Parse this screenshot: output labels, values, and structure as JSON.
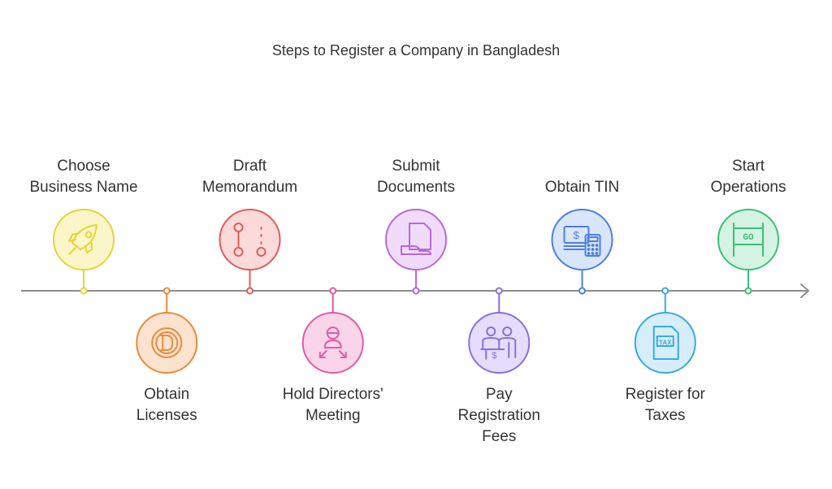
{
  "title": "Steps to Register a Company in Bangladesh",
  "steps": [
    {
      "label": "Choose\nBusiness Name",
      "color": "#e2d53c",
      "fill": "#fbf6c7",
      "icon": "rocket-icon"
    },
    {
      "label": "Obtain\nLicenses",
      "color": "#ea8a3a",
      "fill": "#fde3cf",
      "icon": "license-seal-icon"
    },
    {
      "label": "Draft\nMemorandum",
      "color": "#e45a5a",
      "fill": "#fcdada",
      "icon": "branch-dots-icon"
    },
    {
      "label": "Hold Directors'\nMeeting",
      "color": "#e25aa8",
      "fill": "#fad5ea",
      "icon": "meeting-person-icon"
    },
    {
      "label": "Submit\nDocuments",
      "color": "#b967dd",
      "fill": "#f0dcfa",
      "icon": "document-hand-icon"
    },
    {
      "label": "Pay\nRegistration\nFees",
      "color": "#8a6ee0",
      "fill": "#e5ddfb",
      "icon": "payment-people-icon"
    },
    {
      "label": "Obtain TIN",
      "color": "#4d7fe0",
      "fill": "#d9e5fb",
      "icon": "money-calculator-icon"
    },
    {
      "label": "Register for\nTaxes",
      "color": "#3aa9e0",
      "fill": "#d6eefa",
      "icon": "tax-document-icon"
    },
    {
      "label": "Start\nOperations",
      "color": "#3cbf7a",
      "fill": "#d5f3e2",
      "icon": "go-sign-icon"
    }
  ]
}
